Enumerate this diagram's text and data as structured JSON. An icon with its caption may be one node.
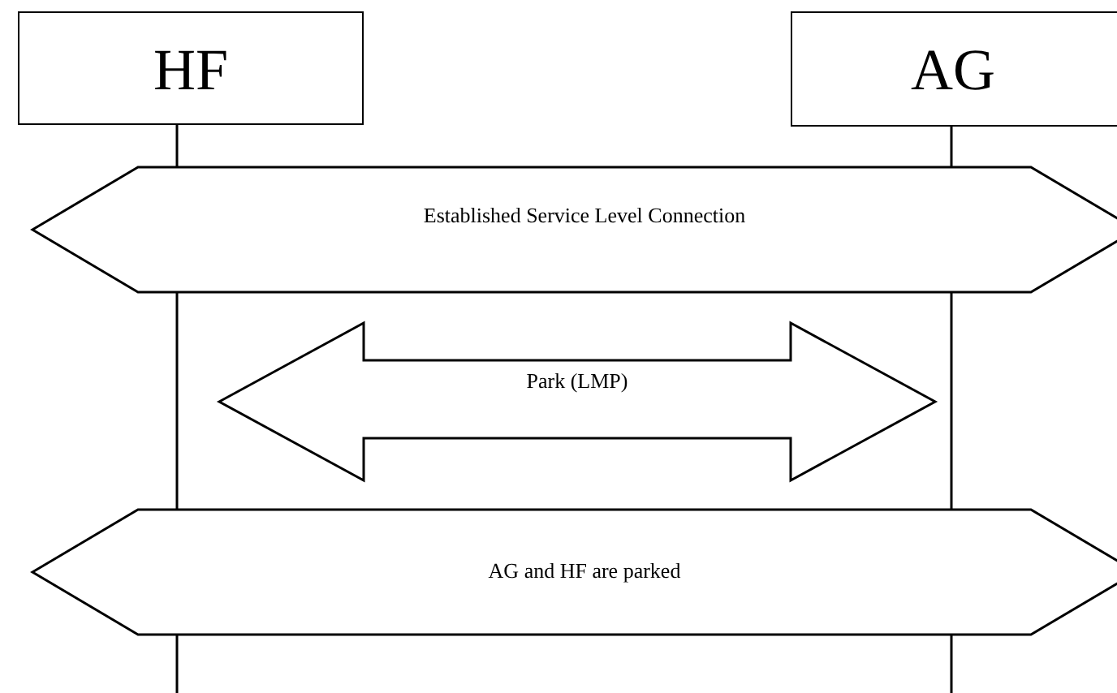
{
  "diagram": {
    "nodes": [
      {
        "text": [
          "HF"
        ]
      },
      {
        "text": [
          "AG"
        ]
      },
      {
        "text": [
          "Established Service Level Connection"
        ]
      },
      {
        "text": [
          "Park (LMP)"
        ]
      },
      {
        "text": [
          "AG and HF are parked"
        ]
      }
    ]
  }
}
